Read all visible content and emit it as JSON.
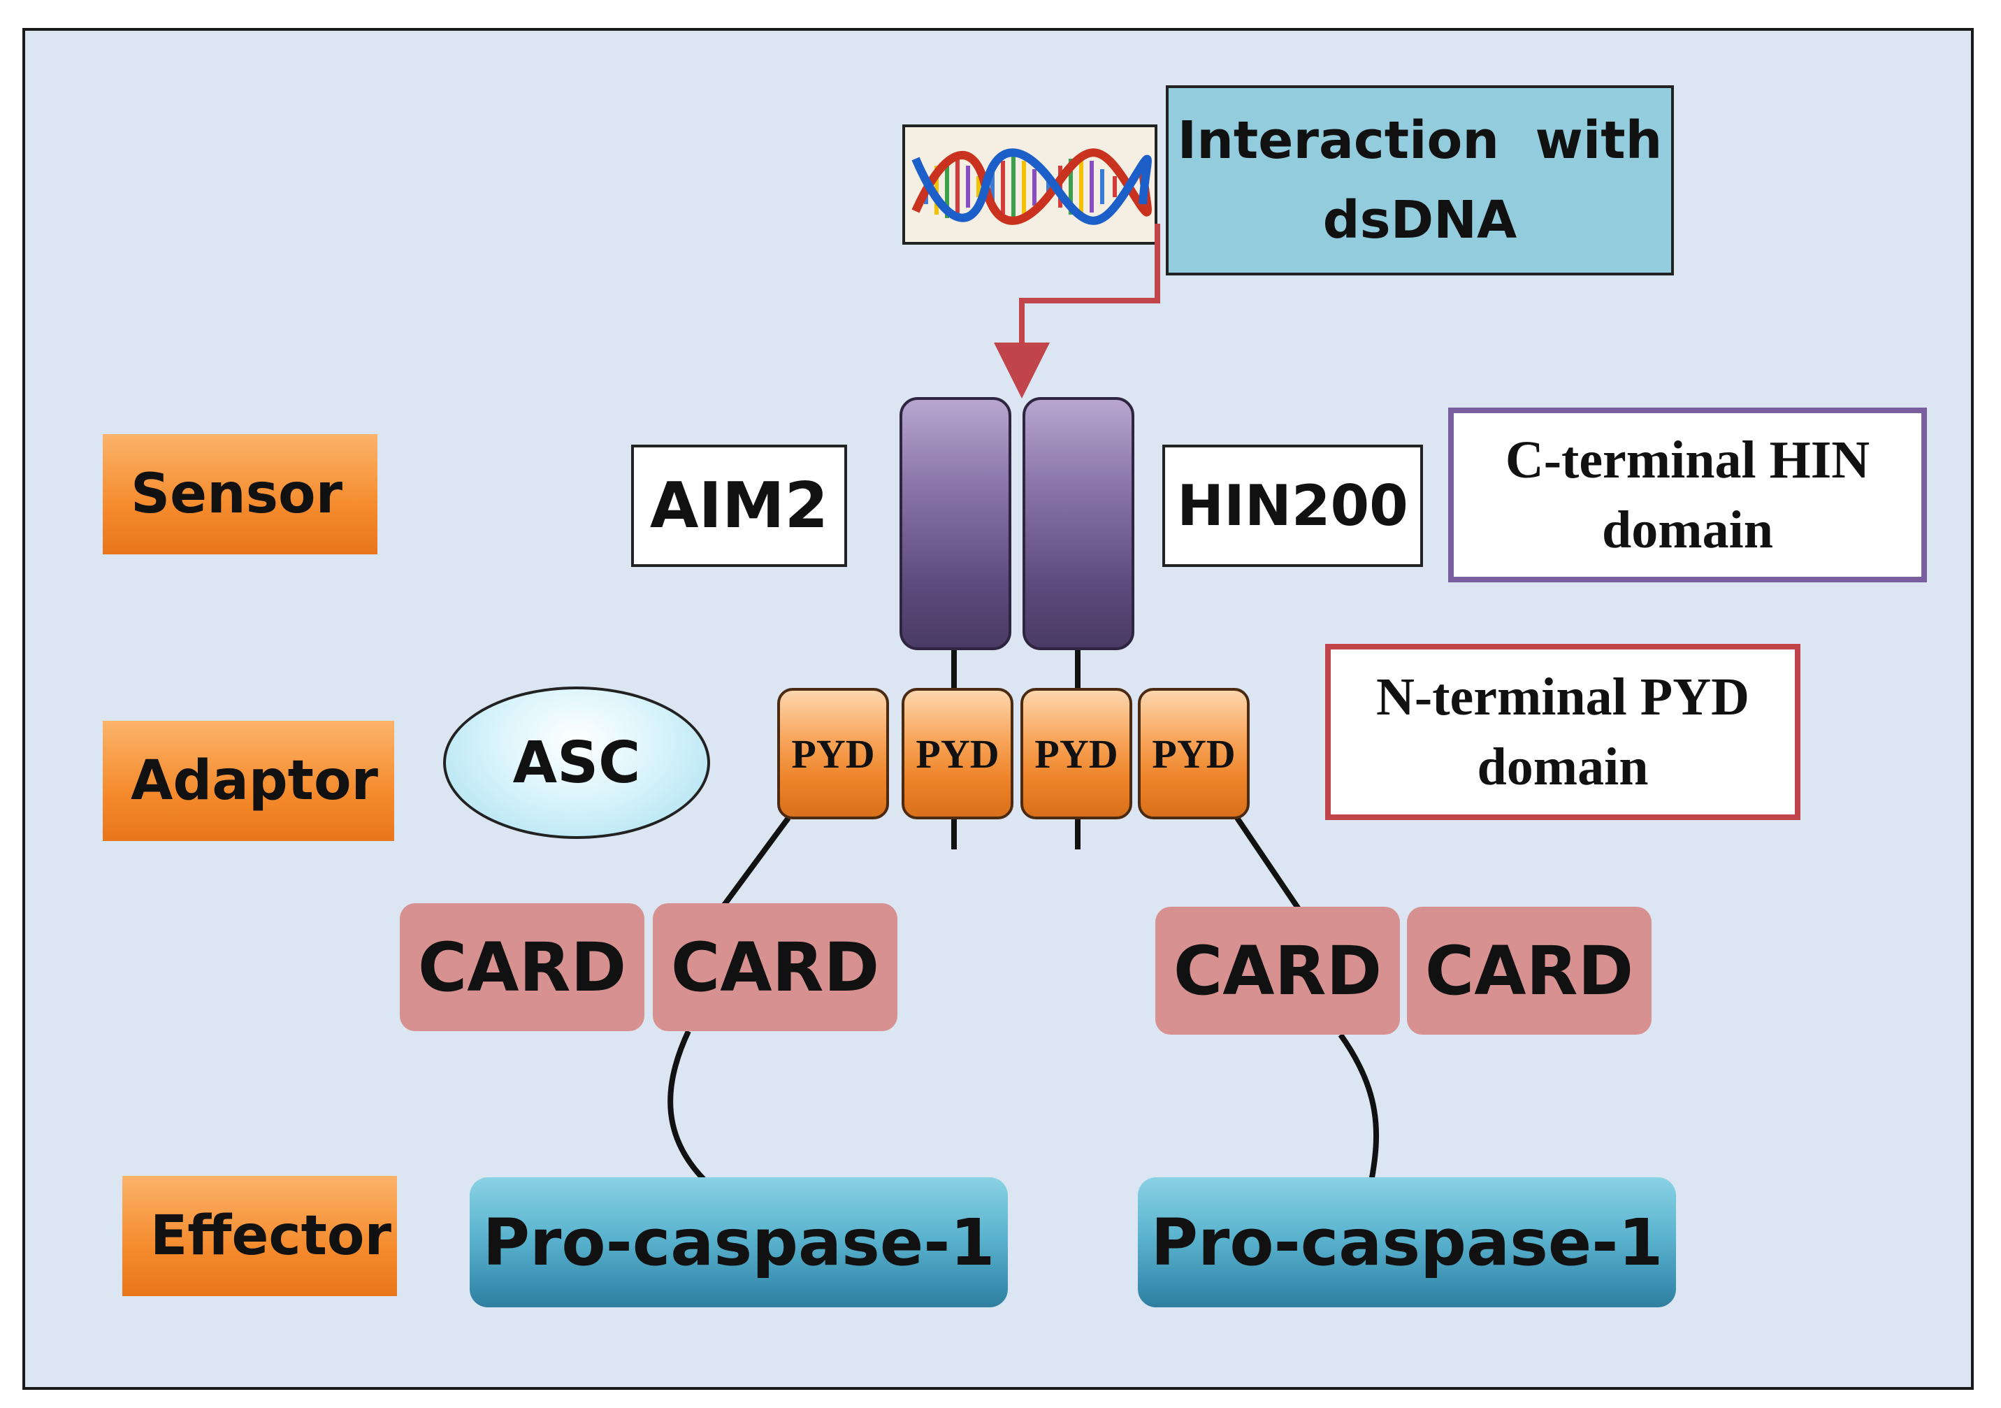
{
  "levels": {
    "sensor": "Sensor",
    "adaptor": "Adaptor",
    "effector": "Effector"
  },
  "dsdna_box": {
    "line1": "Interaction  with",
    "line2": "dsDNA"
  },
  "aim2_label": "AIM2",
  "hin200_label": "HIN200",
  "hin_domain": {
    "line1": "C-terminal HIN",
    "line2": "domain"
  },
  "pyd_domain": {
    "line1": "N-terminal PYD",
    "line2": "domain"
  },
  "asc_label": "ASC",
  "pyd_units": [
    "PYD",
    "PYD",
    "PYD",
    "PYD"
  ],
  "card_units": [
    "CARD",
    "CARD",
    "CARD",
    "CARD"
  ],
  "procaspases": [
    "Pro-caspase-1",
    "Pro-caspase-1"
  ],
  "colors": {
    "background": "#dce6f2",
    "sensor_box_border": "#7a5fa0",
    "pyd_box_border": "#c0444a",
    "arrow": "#c0444a",
    "card_fill": "#d89191",
    "dsdna_fill": "#93cddd"
  }
}
